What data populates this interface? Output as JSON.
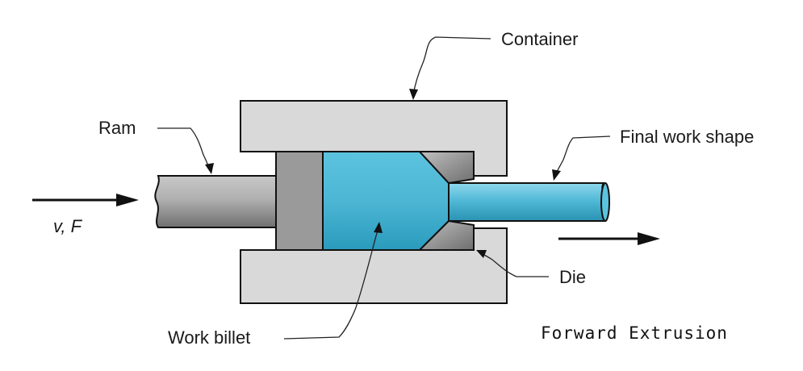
{
  "labels": {
    "container": "Container",
    "ram": "Ram",
    "final_work_shape": "Final work shape",
    "velocity_force": "v, F",
    "die": "Die",
    "work_billet": "Work billet",
    "caption": "Forward Extrusion"
  },
  "colors": {
    "container_fill": "#d9d9d9",
    "ram_fill": "#a8a8a8",
    "ram_head_fill": "#9a9a9a",
    "billet_fill": "#3fb0cf",
    "die_fill": "#9c9c9c",
    "outline": "#111111"
  }
}
